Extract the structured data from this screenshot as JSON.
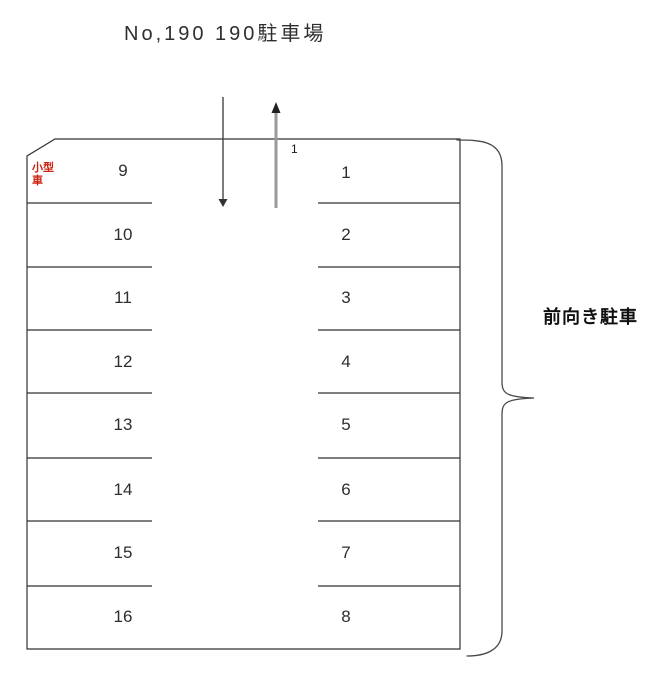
{
  "title": "No,190 190駐車場",
  "labels": {
    "small_car": "小型車",
    "front_facing_parking": "前向き駐車",
    "lane_number": "1"
  },
  "lot": {
    "left_spots": [
      "9",
      "10",
      "11",
      "12",
      "13",
      "14",
      "15",
      "16"
    ],
    "right_spots": [
      "1",
      "2",
      "3",
      "4",
      "5",
      "6",
      "7",
      "8"
    ]
  },
  "colors": {
    "line": "#333333",
    "red_label": "#cc2211",
    "arrow_dark": "#444444",
    "arrow_gray": "#999999",
    "brace": "#4a4a4a"
  }
}
